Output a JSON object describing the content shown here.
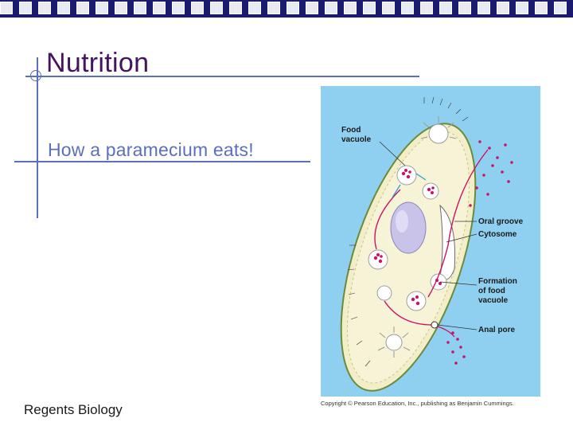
{
  "slide": {
    "title": "Nutrition",
    "subtitle": "How a paramecium eats!",
    "footer": "Regents Biology"
  },
  "figure": {
    "labels": {
      "food_vacuole": "Food\nvacuole",
      "oral_groove": "Oral groove",
      "cytosome": "Cytosome",
      "formation": "Formation\nof food\nvacuole",
      "anal_pore": "Anal pore"
    },
    "copyright": "Copyright © Pearson Education, Inc., publishing as Benjamin Cummings."
  },
  "colors": {
    "header_bar": "#1a1a6e",
    "accent_lines": "#5b6fc0",
    "title": "#44145c",
    "figure_bg": "#8fd0f0",
    "food_particles": "#cc1166"
  }
}
